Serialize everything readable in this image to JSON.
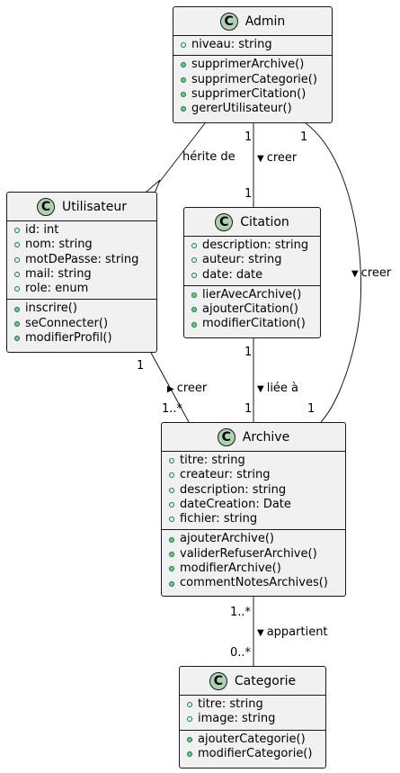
{
  "badge_letter": "C",
  "classes": {
    "admin": {
      "name": "Admin",
      "attributes": [
        "niveau: string"
      ],
      "operations": [
        "supprimerArchive()",
        "supprimerCategorie()",
        "supprimerCitation()",
        "gererUtilisateur()"
      ]
    },
    "utilisateur": {
      "name": "Utilisateur",
      "attributes": [
        "id: int",
        "nom: string",
        "motDePasse: string",
        "mail: string",
        "role: enum"
      ],
      "operations": [
        "inscrire()",
        "seConnecter()",
        "modifierProfil()"
      ]
    },
    "citation": {
      "name": "Citation",
      "attributes": [
        "description: string",
        "auteur: string",
        "date: date"
      ],
      "operations": [
        "lierAvecArchive()",
        "ajouterCitation()",
        "modifierCitation()"
      ]
    },
    "archive": {
      "name": "Archive",
      "attributes": [
        "titre: string",
        "createur: string",
        "description: string",
        "dateCreation: Date",
        "fichier: string"
      ],
      "operations": [
        "ajouterArchive()",
        "validerRefuserArchive()",
        "modifierArchive()",
        "commentNotesArchives()"
      ]
    },
    "categorie": {
      "name": "Categorie",
      "attributes": [
        "titre: string",
        "image: string"
      ],
      "operations": [
        "ajouterCategorie()",
        "modifierCategorie()"
      ]
    }
  },
  "relations": {
    "inherit": {
      "label": "hérite de"
    },
    "admin_citation": {
      "label": "creer",
      "arrow": "▼",
      "from_mult": "1",
      "to_mult": "1"
    },
    "admin_archive": {
      "label": "creer",
      "arrow": "▼",
      "from_mult": "1",
      "to_mult": "1"
    },
    "citation_archive": {
      "label": "liée à",
      "arrow": "▼",
      "from_mult": "1",
      "to_mult": "1"
    },
    "utilisateur_archive": {
      "label": "creer",
      "arrow": "▶",
      "from_mult": "1",
      "to_mult": "1..*"
    },
    "archive_categorie": {
      "label": "appartient",
      "arrow": "▼",
      "from_mult": "1..*",
      "to_mult": "0..*"
    }
  }
}
